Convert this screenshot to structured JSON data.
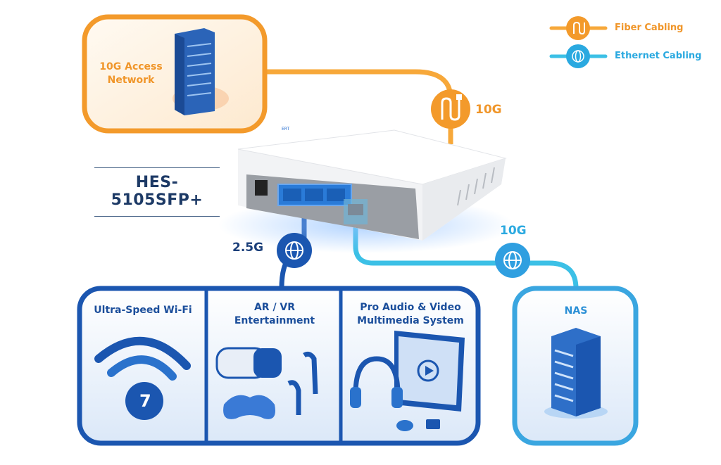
{
  "device": {
    "model": "HES-5105SFP+"
  },
  "legend": [
    {
      "label": "Fiber Cabling",
      "icon": "fiber-cable-icon",
      "color": "#f0962a"
    },
    {
      "label": "Ethernet Cabling",
      "icon": "globe-icon",
      "color": "#2aa9e0"
    }
  ],
  "access_network": {
    "label_line1": "10G Access",
    "label_line2": "Network",
    "link_speed": "10G"
  },
  "lan_link": {
    "speed": "2.5G"
  },
  "nas_link": {
    "speed": "10G"
  },
  "applications": [
    {
      "line1": "Ultra-Speed Wi-Fi",
      "line2": ""
    },
    {
      "line1": "AR / VR",
      "line2": "Entertainment"
    },
    {
      "line1": "Pro Audio & Video",
      "line2": "Multimedia System"
    }
  ],
  "wifi_badge": "7",
  "nas": {
    "label": "NAS"
  },
  "colors": {
    "fiber": "#f0962a",
    "ethernet": "#2aa9e0",
    "lan": "#1b56b0"
  }
}
